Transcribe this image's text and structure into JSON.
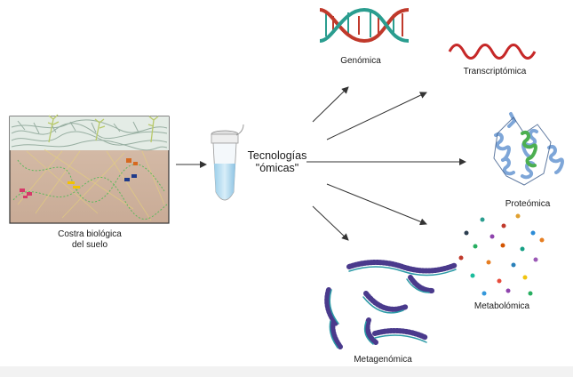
{
  "soil": {
    "label_line1": "Costra biológica",
    "label_line2": "del suelo"
  },
  "tube": {
    "label_line1": "Tecnologías",
    "label_line2": "\"ómicas\""
  },
  "omics": {
    "genomica": "Genómica",
    "transcriptomica": "Transcriptómica",
    "proteomica": "Proteómica",
    "metabolomica": "Metabolómica",
    "metagenomica": "Metagenómica"
  },
  "colors": {
    "dna_red": "#c0392b",
    "dna_teal": "#2a9d8f",
    "rna_red": "#c62828",
    "protein_blue": "#7ea6d8",
    "protein_green": "#4caf50",
    "arrow": "#333333",
    "metagenome_purple": "#4a3a8c",
    "metagenome_teal": "#2b9aa6"
  }
}
